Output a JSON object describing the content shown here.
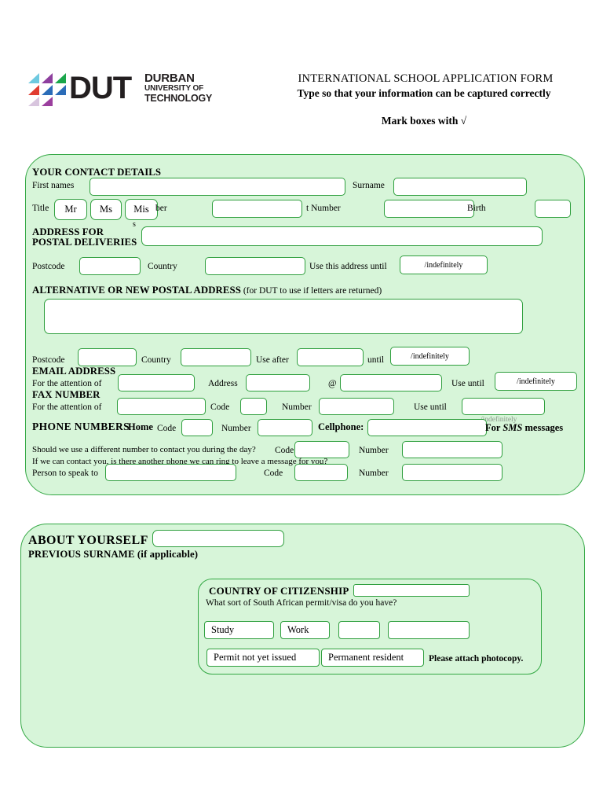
{
  "logo": {
    "acronym": "DUT",
    "line1": "DURBAN",
    "line2": "UNIVERSITY OF",
    "line3": "TECHNOLOGY",
    "tile_colors": [
      "#6ec9e0",
      "#8e3f9e",
      "#1aa64b",
      "#e0457b",
      "#e03c31",
      "#2b6cb8",
      "#9b3f9e",
      "#8e3f9e"
    ]
  },
  "header": {
    "title": "INTERNATIONAL SCHOOL APPLICATION FORM",
    "subtitle": "Type so that your information can be captured correctly",
    "mark_instruction": "Mark boxes with √"
  },
  "contact": {
    "heading": "YOUR CONTACT DETAILS",
    "first_names_label": "First names",
    "first_names_value": "",
    "surname_label": "Surname",
    "surname_value": "",
    "title_label": "Title",
    "title_options": [
      "Mr",
      "Ms",
      "Mis"
    ],
    "title_overflow": "s",
    "number_label_fragment": "ber",
    "number_value": "",
    "student_number_label_fragment": "t Number",
    "student_number_value": "",
    "birth_label": "Birth",
    "birth_value": "",
    "postal_heading_line1": "ADDRESS FOR",
    "postal_heading_line2": "POSTAL DELIVERIES",
    "postal_address_value": "",
    "postcode_label": "Postcode",
    "postcode_value": "",
    "country_label": "Country",
    "country_value": "",
    "use_until_label": "Use this address until",
    "use_until_value": "/indefinitely",
    "alt_heading_bold": "ALTERNATIVE OR NEW POSTAL ADDRESS",
    "alt_heading_note": " (for DUT to use if letters are returned)",
    "alt_address_value": "",
    "alt_postcode_label": "Postcode",
    "alt_postcode_value": "",
    "alt_country_label": "Country",
    "alt_country_value": "",
    "use_after_label": "Use after",
    "use_after_value": "",
    "until_label": "until",
    "alt_until_value": "/indefinitely"
  },
  "email": {
    "heading": "EMAIL ADDRESS",
    "attention_label": "For the attention of",
    "attention_value": "",
    "address_label": "Address",
    "address_value": "",
    "at_symbol": "@",
    "domain_value": "",
    "use_until_label": "Use until",
    "use_until_value": "/indefinitely"
  },
  "fax": {
    "heading": "FAX NUMBER",
    "attention_label": "For the attention of",
    "attention_value": "",
    "code_label": "Code",
    "code_value": "",
    "number_label": "Number",
    "number_value": "",
    "use_until_label": "Use until",
    "use_until_value": ""
  },
  "phone": {
    "heading": "PHONE NUMBERS",
    "home_label": "Home",
    "code_label": "Code",
    "code_value": "",
    "number_label": "Number",
    "number_value": "",
    "cellphone_label": "Cellphone:",
    "cellphone_value": "",
    "sms_prefix": "For ",
    "sms_italic": "SMS",
    "sms_suffix": " messages",
    "ghost_indefinitely": "/indefinitely",
    "day_question": "Should we use a different number to contact you during the day?",
    "day_code_label": "Code",
    "day_code_value": "",
    "day_number_label": "Number",
    "day_number_value": "",
    "message_question": "If we can contact you, is there another phone we can ring to leave a message for you?",
    "person_label": "Person to speak to",
    "person_value": "",
    "person_code_label": "Code",
    "person_code_value": "",
    "person_number_label": "Number",
    "person_number_value": ""
  },
  "about": {
    "heading": "ABOUT YOURSELF",
    "previous_surname_label": "PREVIOUS SURNAME (if applicable)",
    "previous_surname_value": ""
  },
  "citizenship": {
    "heading": "COUNTRY OF CITIZENSHIP",
    "country_value": "",
    "question": "What sort of South African permit/visa do you have?",
    "options_row1": [
      "Study",
      "Work",
      "",
      ""
    ],
    "options_row2": [
      "Permit not yet issued",
      "Permanent resident"
    ],
    "attach_note": "Please attach photocopy."
  },
  "colors": {
    "panel_fill": "#d7f5d9",
    "panel_border": "#33a844",
    "field_border": "#2f9f3e",
    "field_fill": "#ffffff",
    "page_bg": "#ffffff",
    "text": "#000000"
  }
}
